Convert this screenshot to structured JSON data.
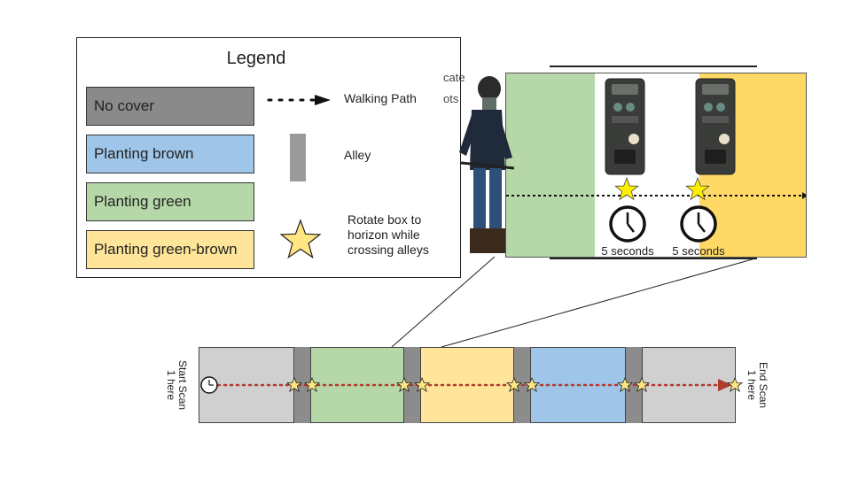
{
  "legend": {
    "title": "Legend",
    "swatches": [
      {
        "label": "No cover",
        "color": "#8a8a8a"
      },
      {
        "label": "Planting brown",
        "color": "#9fc5e8"
      },
      {
        "label": "Planting green",
        "color": "#b6d7a8"
      },
      {
        "label": "Planting green-brown",
        "color": "#ffe599"
      }
    ],
    "walking_path_label": "Walking Path",
    "alley_label": "Alley",
    "rotate_label_line1": "Rotate box to",
    "rotate_label_line2": "horizon while",
    "rotate_label_line3": "crossing alleys"
  },
  "background_fragment": {
    "line1": "cate",
    "line2": "ots"
  },
  "zoom": {
    "timer_label_1": "5 seconds",
    "timer_label_2": "5 seconds"
  },
  "strip": {
    "start_label_line1": "Start Scan",
    "start_label_line2": "1 here",
    "end_label_line1": "End Scan",
    "end_label_line2": "1 here",
    "segments": [
      "No cover",
      "Planting green",
      "Planting green-brown",
      "Planting brown",
      "No cover"
    ]
  },
  "colors": {
    "no_cover": "#d0d0d0",
    "no_cover_legend": "#8a8a8a",
    "planting_brown": "#9fc5e8",
    "planting_green": "#b6d7a8",
    "planting_green_brown": "#ffe599",
    "alley": "#8c8c8c",
    "path_dots": "#b03a2e",
    "star_fill": "#ffe680",
    "star_bright": "#ffee00"
  }
}
